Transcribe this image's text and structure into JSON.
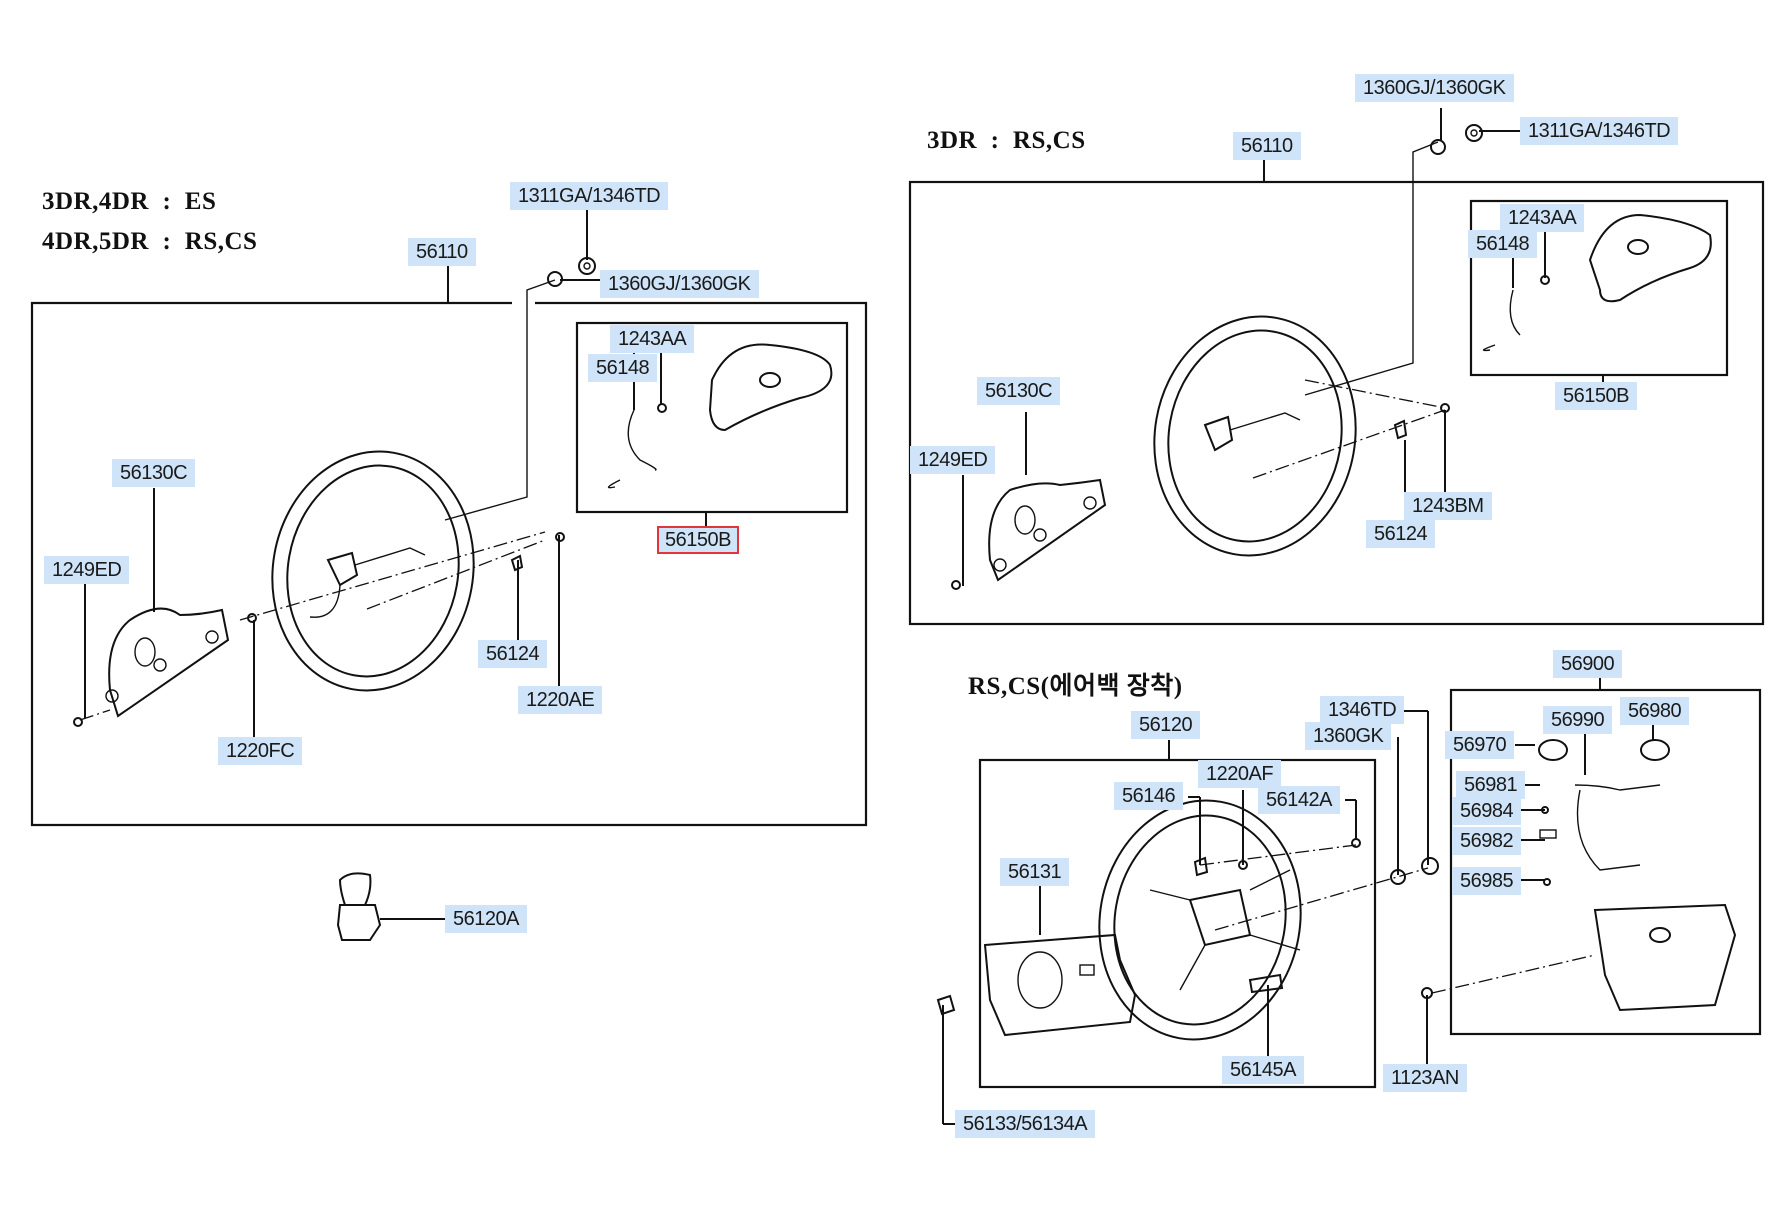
{
  "headings": {
    "left_line1": "3DR,4DR  :  ES",
    "left_line2": "4DR,5DR  :  RS,CS",
    "right_top": "3DR  :  RS,CS",
    "right_bottom": "RS,CS(에어백 장착)"
  },
  "left_group": {
    "assembly": "56110",
    "nut_top": "1311GA/1346TD",
    "washer": "1360GJ/1360GK",
    "airbag_screw": "1243AA",
    "airbag_wire": "56148",
    "airbag_module": "56150B",
    "cover": "56130C",
    "cover_screw": "1249ED",
    "screw_center": "1220FC",
    "clip": "56124",
    "screw_right": "1220AE",
    "knob": "56120A"
  },
  "right_top_group": {
    "assembly": "56110",
    "washer": "1360GJ/1360GK",
    "nut_top": "1311GA/1346TD",
    "airbag_screw": "1243AA",
    "airbag_wire": "56148",
    "airbag_module": "56150B",
    "cover": "56130C",
    "cover_screw": "1249ED",
    "clip": "56124",
    "screw_right": "1243BM"
  },
  "right_bottom_group": {
    "assembly": "56120",
    "nut": "1346TD",
    "washer": "1360GK",
    "screw_top": "1220AF",
    "bracket": "56146",
    "bolt": "56142A",
    "cover": "56131",
    "switch": "56145A",
    "clip": "56133/56134A",
    "airbag_module": "56900",
    "horn_button": "56990",
    "cap_right": "56980",
    "cap_left": "56970",
    "spring": "56981",
    "screw_a": "56984",
    "plate": "56982",
    "screw_b": "56985",
    "bolt_bottom": "1123AN"
  },
  "highlight": {
    "selected_part": "56150B",
    "border_color": "#e0353b",
    "label_bg": "#cfe4f8"
  }
}
